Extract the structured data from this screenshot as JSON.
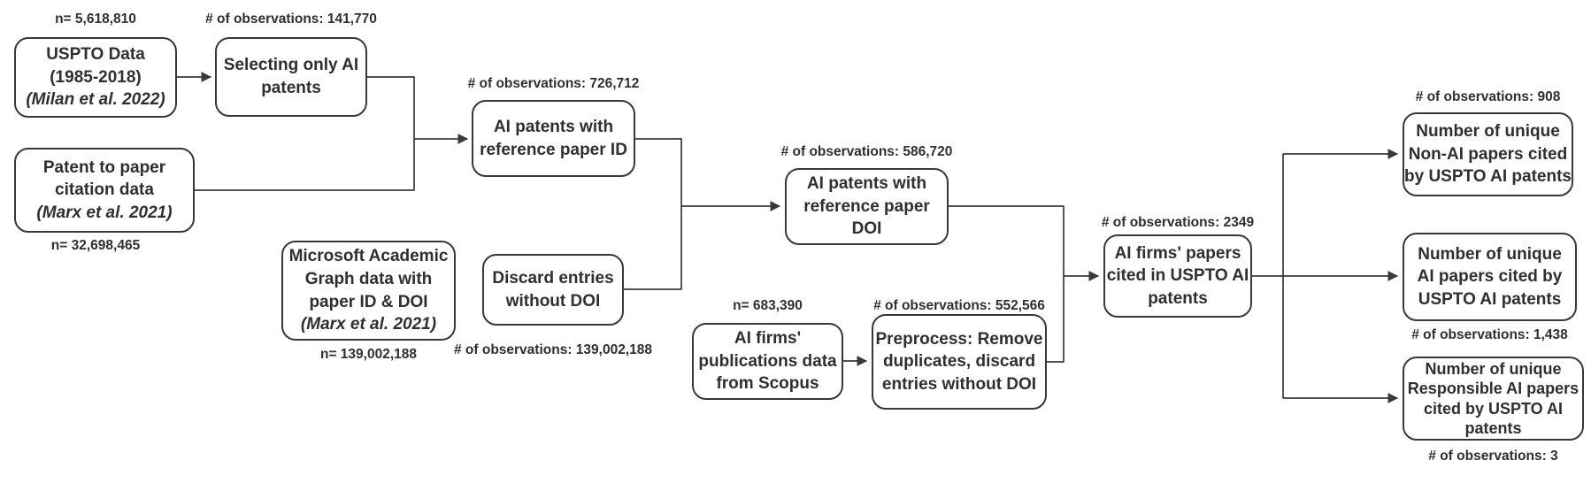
{
  "diagram": {
    "colors": {
      "line": "#3a3a3a",
      "text": "#2f2f2f",
      "background": "#ffffff"
    },
    "nodes": {
      "uspto": {
        "line1": "USPTO Data",
        "line2": "(1985-2018)",
        "line3": "(Milan et al. 2022)",
        "label": "n= 5,618,810"
      },
      "selecting": {
        "line1": "Selecting only AI",
        "line2": "patents",
        "label": "# of observations: 141,770"
      },
      "patent_citation": {
        "line1": "Patent to paper",
        "line2": "citation data",
        "line3": "(Marx et al. 2021)",
        "label": "n= 32,698,465"
      },
      "mag": {
        "line1": "Microsoft Academic",
        "line2": "Graph data with",
        "line3": "paper ID & DOI",
        "line4": "(Marx et al. 2021)",
        "label": "n= 139,002,188"
      },
      "ai_patents_id": {
        "line1": "AI patents with",
        "line2": "reference paper ID",
        "label": "# of observations: 726,712"
      },
      "discard": {
        "line1": "Discard entries",
        "line2": "without DOI",
        "label": "# of observations: 139,002,188"
      },
      "ai_patents_doi": {
        "line1": "AI patents with",
        "line2": "reference paper",
        "line3": "DOI",
        "label": "# of observations: 586,720"
      },
      "scopus": {
        "line1": "AI firms'",
        "line2": "publications data",
        "line3": "from Scopus",
        "label": "n= 683,390"
      },
      "preprocess": {
        "line1": "Preprocess: Remove",
        "line2": "duplicates, discard",
        "line3": "entries without DOI",
        "label": "# of observations: 552,566"
      },
      "cited": {
        "line1": "AI firms' papers",
        "line2": "cited in USPTO AI",
        "line3": "patents",
        "label": "# of observations: 2349"
      },
      "out_nonai": {
        "line1": "Number of unique",
        "line2": "Non-AI papers cited",
        "line3": "by USPTO AI patents",
        "label": "# of observations: 908"
      },
      "out_ai": {
        "line1": "Number of unique",
        "line2": "AI papers cited by",
        "line3": "USPTO AI patents",
        "label": "# of observations: 1,438"
      },
      "out_responsible": {
        "line1": "Number of unique",
        "line2": "Responsible AI papers",
        "line3": "cited by USPTO AI",
        "line4": "patents",
        "label": "# of observations: 3"
      }
    }
  }
}
